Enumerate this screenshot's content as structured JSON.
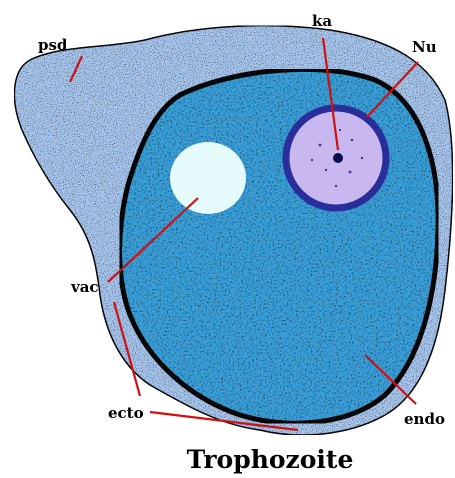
{
  "title": "Trophozoite",
  "labels": {
    "psd": "psd",
    "ka": "ka",
    "nu": "Nu",
    "vac": "vac",
    "ecto": "ecto",
    "endo": "endo"
  },
  "colors": {
    "ectoplasm": "#a9c8f0",
    "endoplasm": "#3b9fd8",
    "nucleus_fill": "#c9b8f0",
    "nucleus_ring": "#2a2e9a",
    "vacuole": "#e6fbfb",
    "pointer": "#d01010",
    "outline": "#111111"
  }
}
